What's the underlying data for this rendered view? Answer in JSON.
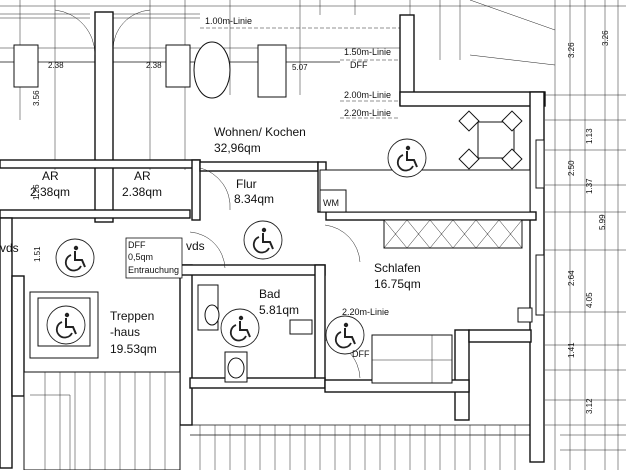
{
  "rooms": {
    "wohnen": {
      "name": "Wohnen/ Kochen",
      "area": "32,96qm"
    },
    "ar_left": {
      "name": "AR",
      "area": "2.38qm"
    },
    "ar_right": {
      "name": "AR",
      "area": "2.38qm"
    },
    "flur": {
      "name": "Flur",
      "area": "8.34qm"
    },
    "schlafen": {
      "name": "Schlafen",
      "area": "16.75qm"
    },
    "bad": {
      "name": "Bad",
      "area": "5.81qm"
    },
    "treppen": {
      "line1": "Treppen",
      "line2": "-haus",
      "area": "19.53qm"
    }
  },
  "lines": {
    "l100": "1.00m-Linie",
    "l150": "1.50m-Linie",
    "l200": "2.00m-Linie",
    "l220_top": "2.20m-Linie",
    "l220_bottom": "2.20m-Linie"
  },
  "labels": {
    "dff_top": "DFF",
    "dff_bottom": "DFF",
    "wm": "WM",
    "vds_left": "vds",
    "vds_right": "vds",
    "dff_box": [
      "DFF",
      "0,5qm",
      "Entrauchung"
    ]
  },
  "dims": {
    "d238a": "2.38",
    "d238b": "2.38",
    "d507": "5.07",
    "d356": "3.56",
    "d126": "1.26",
    "d151": "1.51",
    "r326a": "3.26",
    "r326b": "3.26",
    "r113": "1.13",
    "r250": "2.50",
    "r137": "1.37",
    "r599": "5.99",
    "r264": "2.64",
    "r405": "4.05",
    "r141": "1.41",
    "r312": "3.12"
  },
  "icons": [
    "wheelchair-icon"
  ]
}
